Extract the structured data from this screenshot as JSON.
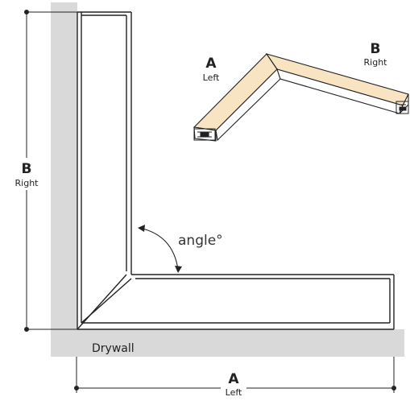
{
  "labels": {
    "b_letter": "B",
    "b_word": "Right",
    "a_letter": "A",
    "a_word": "Left",
    "angle": "angle°",
    "drywall": "Drywall",
    "inset_a_letter": "A",
    "inset_a_word": "Left",
    "inset_b_letter": "B",
    "inset_b_word": "Right"
  },
  "colors": {
    "wall": "#d9d9d9",
    "line": "#222222",
    "profile_fill": "#f8e4c2"
  }
}
